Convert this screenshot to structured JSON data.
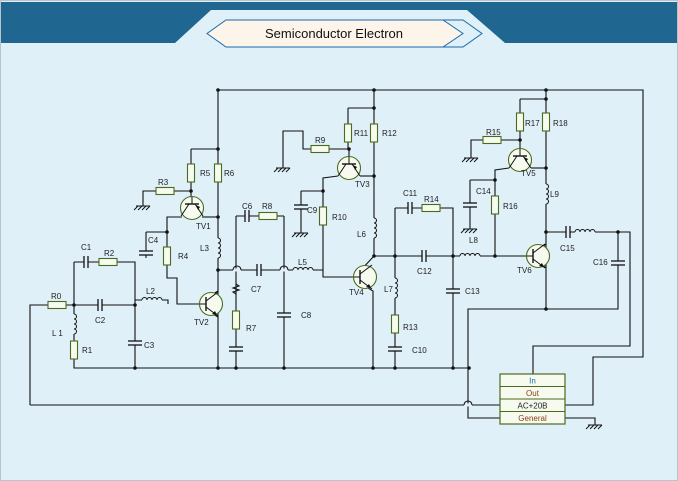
{
  "title": "Semiconductor Electron",
  "colors": {
    "header": "#1f6690",
    "canvas": "#dff0f8",
    "wire": "#111111",
    "component": "#4a6b1f",
    "component_fill": "#f7fbef",
    "title_fill": "#fdf5ea",
    "title_border": "#1a6aa8",
    "port_text": "#1a6aa8"
  },
  "components": {
    "R0": "R0",
    "R1": "R1",
    "R2": "R2",
    "R3": "R3",
    "R4": "R4",
    "R5": "R5",
    "R6": "R6",
    "R7": "R7",
    "R8": "R8",
    "R9": "R9",
    "R10": "R10",
    "R11": "R11",
    "R12": "R12",
    "R13": "R13",
    "R14": "R14",
    "R15": "R15",
    "R16": "R16",
    "R17": "R17",
    "R18": "R18",
    "C1": "C1",
    "C2": "C2",
    "C3": "C3",
    "C4": "C4",
    "C6": "C6",
    "C7": "C7",
    "C8": "C8",
    "C9": "C9",
    "C10": "C10",
    "C11": "C11",
    "C12": "C12",
    "C13": "C13",
    "C14": "C14",
    "C15": "C15",
    "C16": "C16",
    "L1": "L 1",
    "L2": "L2",
    "L3": "L3",
    "L5": "L5",
    "L6": "L6",
    "L7": "L7",
    "L8": "L8",
    "L9": "L9",
    "TV1": "TV1",
    "TV2": "TV2",
    "TV3": "TV3",
    "TV4": "TV4",
    "TV5": "TV5",
    "TV6": "TV6"
  },
  "terminal_block": {
    "rows": [
      "In",
      "Out",
      "AC+20B",
      "General"
    ]
  }
}
